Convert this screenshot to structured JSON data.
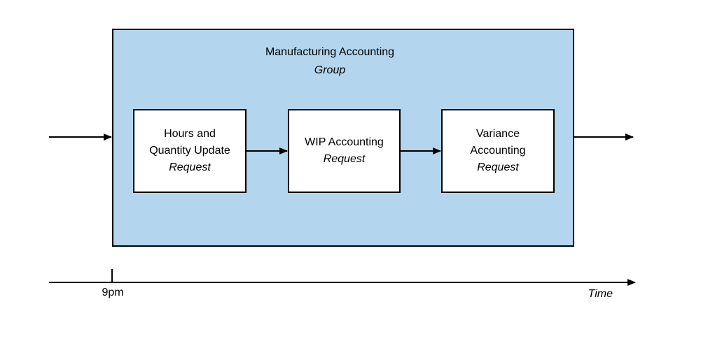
{
  "diagram": {
    "group": {
      "title": "Manufacturing Accounting",
      "subtitle": "Group"
    },
    "boxes": [
      {
        "lines": [
          "Hours and",
          "Quantity Update"
        ],
        "subtitle": "Request"
      },
      {
        "lines": [
          "WIP Accounting"
        ],
        "subtitle": "Request"
      },
      {
        "lines": [
          "Variance",
          "Accounting"
        ],
        "subtitle": "Request"
      }
    ],
    "timeline": {
      "tick_label": "9pm",
      "axis_label": "Time"
    },
    "colors": {
      "group_fill": "#B3D5EE",
      "stroke": "#000000",
      "box_fill": "#FFFFFF"
    }
  }
}
